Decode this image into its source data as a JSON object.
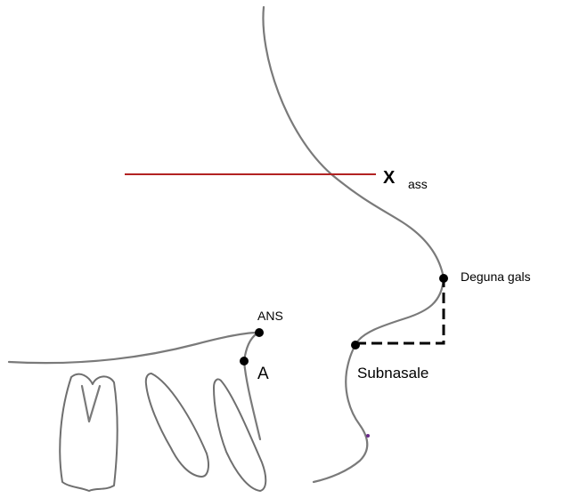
{
  "labels": {
    "x_mark": "X",
    "x_subscript": "ass",
    "deguna_gals": "Deguna gals",
    "ans": "ANS",
    "point_a": "A",
    "subnasale": "Subnasale"
  },
  "colors": {
    "reference_line": "#b22222",
    "outline": "#7a7a7a",
    "points": "#000000"
  }
}
